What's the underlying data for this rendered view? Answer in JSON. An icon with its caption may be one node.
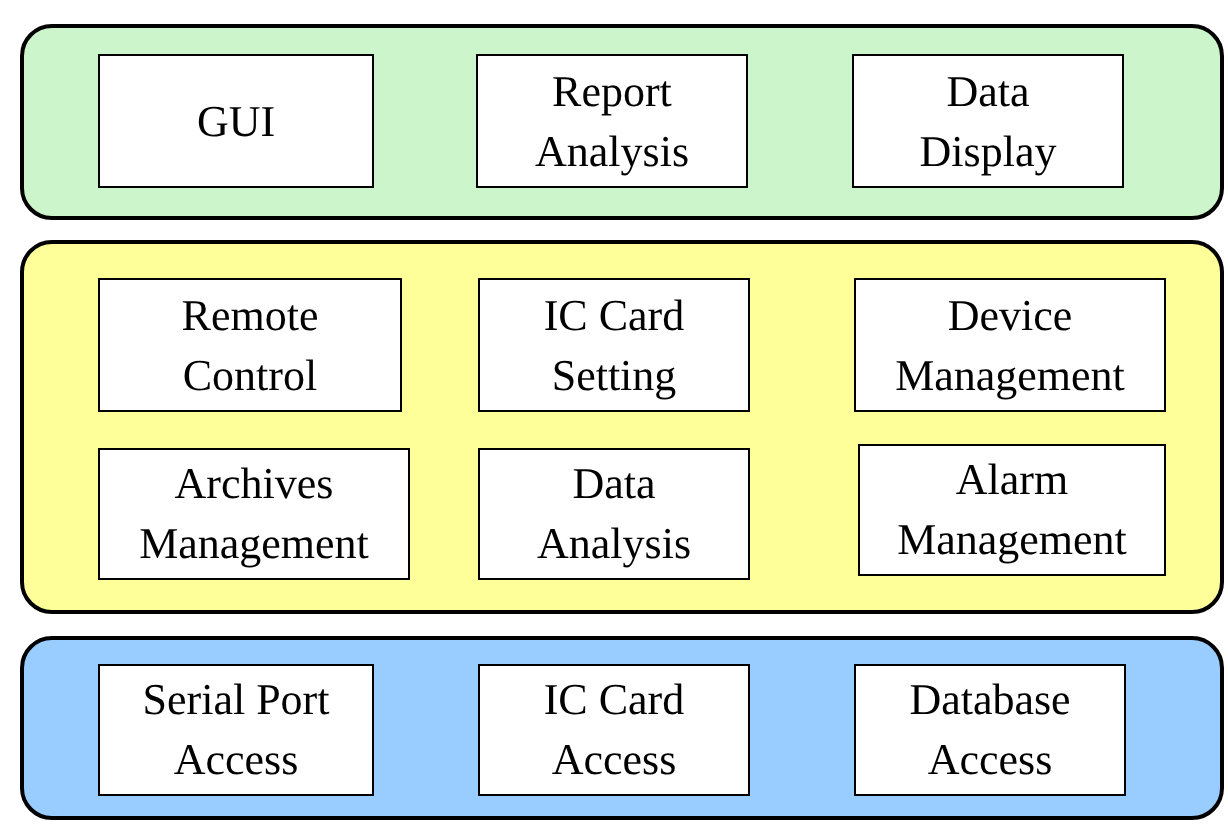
{
  "diagram": {
    "nodes": [
      {
        "text": [],
        "shape": "box"
      },
      {
        "text": [
          "GUI"
        ],
        "in": 0
      },
      {
        "text": [
          "Report Analysis"
        ],
        "in": 0
      },
      {
        "text": [
          "Data Display"
        ],
        "in": 0
      },
      {
        "text": [],
        "shape": "box"
      },
      {
        "text": [
          "Remote Control"
        ],
        "in": 4
      },
      {
        "text": [
          "IC Card Setting"
        ],
        "in": 4
      },
      {
        "text": [
          "Device Management"
        ],
        "in": 4
      },
      {
        "text": [
          "Archives Management"
        ],
        "in": 4
      },
      {
        "text": [
          "Data Analysis"
        ],
        "in": 4
      },
      {
        "text": [
          "Alarm Management"
        ],
        "in": 4
      },
      {
        "text": [],
        "shape": "box"
      },
      {
        "text": [
          "Serial Port Access"
        ],
        "in": 11
      },
      {
        "text": [
          "IC Card Access"
        ],
        "in": 11
      },
      {
        "text": [
          "Database Access"
        ],
        "in": 11
      }
    ]
  }
}
